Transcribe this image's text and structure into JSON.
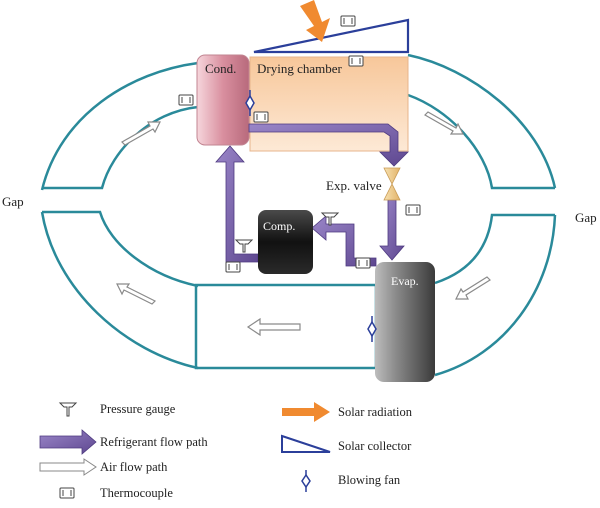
{
  "labels": {
    "gap_left": "Gap",
    "gap_right": "Gap",
    "condenser": "Cond.",
    "drying_chamber": "Drying chamber",
    "exp_valve": "Exp. valve",
    "compressor": "Comp.",
    "evaporator": "Evap."
  },
  "legend": {
    "pressure_gauge": "Pressure gauge",
    "refrigerant_flow_path": "Refrigerant flow path",
    "air_flow_path": "Air flow path",
    "thermocouple": "Thermocouple",
    "solar_radiation": "Solar radiation",
    "solar_collector": "Solar collector",
    "blowing_fan": "Blowing fan"
  },
  "colors": {
    "duct": "#2a8a9a",
    "refrigerant": "#7a64a8",
    "solar_radiation": "#f08a30",
    "collector": "#2b3f9a",
    "fan": "#2b3f9a"
  }
}
